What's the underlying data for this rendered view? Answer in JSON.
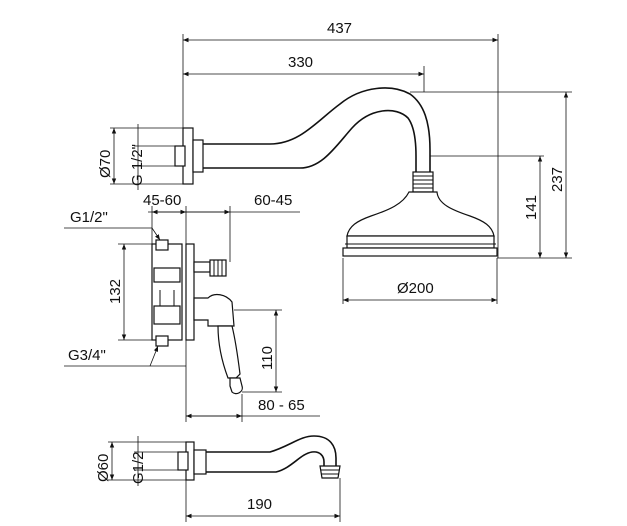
{
  "dimensions": {
    "arm_total_length": "437",
    "arm_reach": "330",
    "wall_flange_diameter": "Ø70",
    "arm_thread": "G 1/2\"",
    "head_height": "141",
    "total_height": "237",
    "head_diameter": "Ø200",
    "mixer_inlet_thread": "G1/2\"",
    "mixer_outlet_thread": "G3/4\"",
    "mixer_depth_left": "45-60",
    "mixer_depth_right": "60-45",
    "mixer_body_height": "132",
    "handle_length": "110",
    "handle_projection": "80 - 65",
    "spout_flange_diameter": "Ø60",
    "spout_thread": "G1/2",
    "spout_length": "190"
  }
}
